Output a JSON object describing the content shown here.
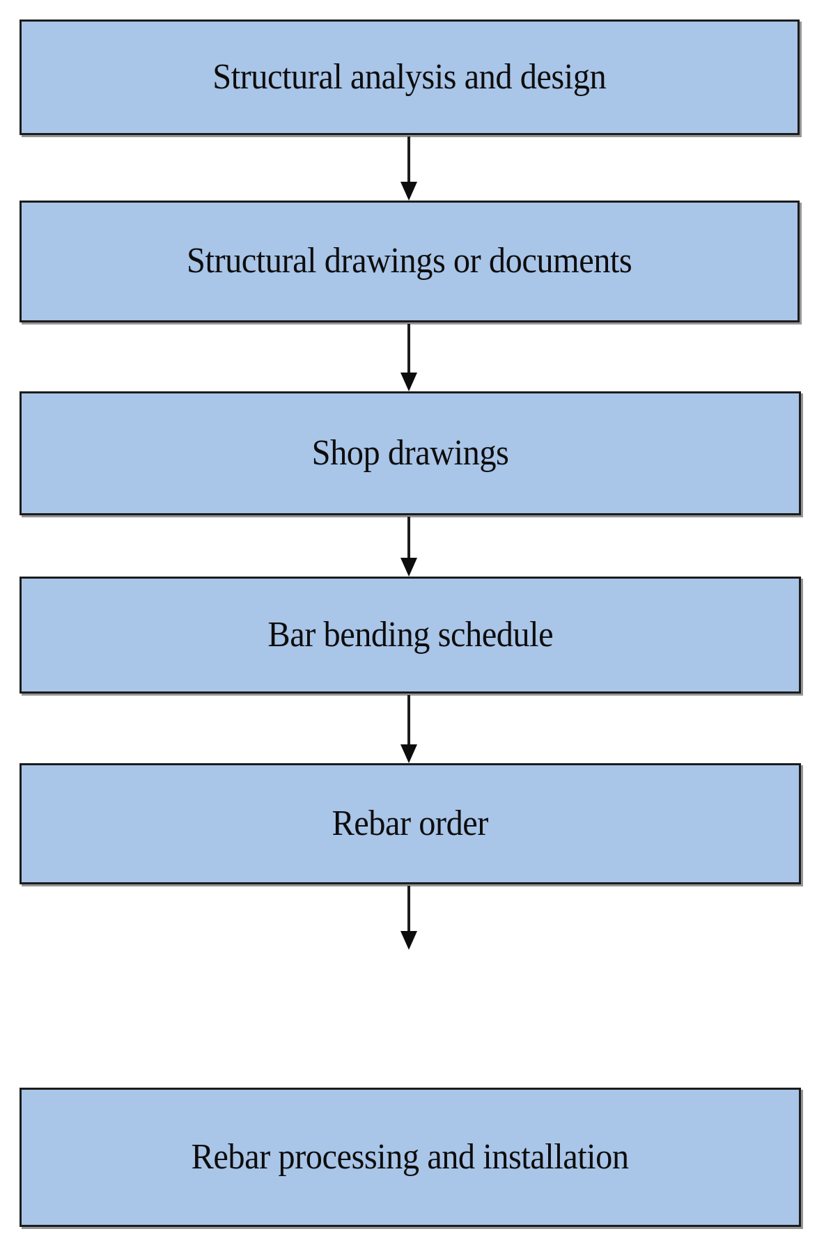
{
  "diagram": {
    "title": "Rebar workflow process flowchart",
    "type": "flowchart",
    "orientation": "top-to-bottom",
    "background_color": "#ffffff",
    "node_fill_color": "#a9c5e8",
    "node_border_color": "#1c1c1c",
    "arrow_color": "#0d0d0d",
    "text_color": "#0d0d0d",
    "nodes": [
      {
        "id": "structural-analysis-and-design",
        "label": "Structural analysis  and design"
      },
      {
        "id": "structural-drawings-or-documents",
        "label": "Structural drawings or documents"
      },
      {
        "id": "shop-drawings",
        "label": "Shop drawings"
      },
      {
        "id": "bar-bending-schedule",
        "label": "Bar bending schedule"
      },
      {
        "id": "rebar-order",
        "label": "Rebar order"
      },
      {
        "id": "rebar-processing-and-installation",
        "label": "Rebar processing and installation"
      }
    ],
    "edges": [
      {
        "from": "structural-analysis-and-design",
        "to": "structural-drawings-or-documents",
        "label": ""
      },
      {
        "from": "structural-drawings-or-documents",
        "to": "shop-drawings",
        "label": ""
      },
      {
        "from": "shop-drawings",
        "to": "bar-bending-schedule",
        "label": ""
      },
      {
        "from": "bar-bending-schedule",
        "to": "rebar-order",
        "label": ""
      },
      {
        "from": "rebar-order",
        "to": "rebar-processing-and-installation",
        "label": ""
      }
    ]
  }
}
